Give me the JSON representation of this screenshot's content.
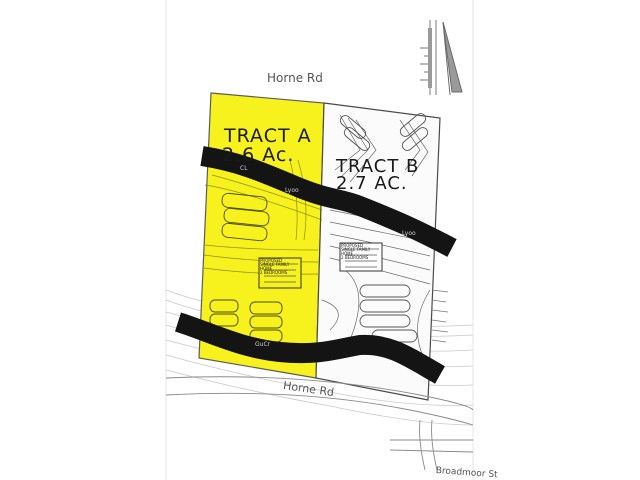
{
  "roads": {
    "top": "Horne Rd",
    "bottom": "Horne Rd",
    "lower_right": "Broadmoor St"
  },
  "tract_a": {
    "name": "TRACT A",
    "size": "2.6 Ac.",
    "fill_color": "#f7f21d"
  },
  "tract_b": {
    "name": "TRACT B",
    "size": "2.7 AC.",
    "fill_color": "#ffffff"
  },
  "contours": {
    "upper_left": "CL",
    "upper_mid": "Lyoo",
    "upper_right": "Lyoo",
    "lower_left": "GuCr"
  },
  "building_notes": {
    "tract_a": "PROPOSED\nSINGLE FAMILY\nHOME\n2 BEDROOMS",
    "tract_b": "PROPOSED\nSINGLE FAMILY\nHOME\n2 BEDROOMS"
  },
  "colors": {
    "band": "#141414",
    "tract_a": "#f7f21d",
    "lines": "#6a6a6a"
  },
  "icons": {
    "north_arrow": "north-arrow-icon",
    "scale_bar": "scale-bar-icon"
  }
}
